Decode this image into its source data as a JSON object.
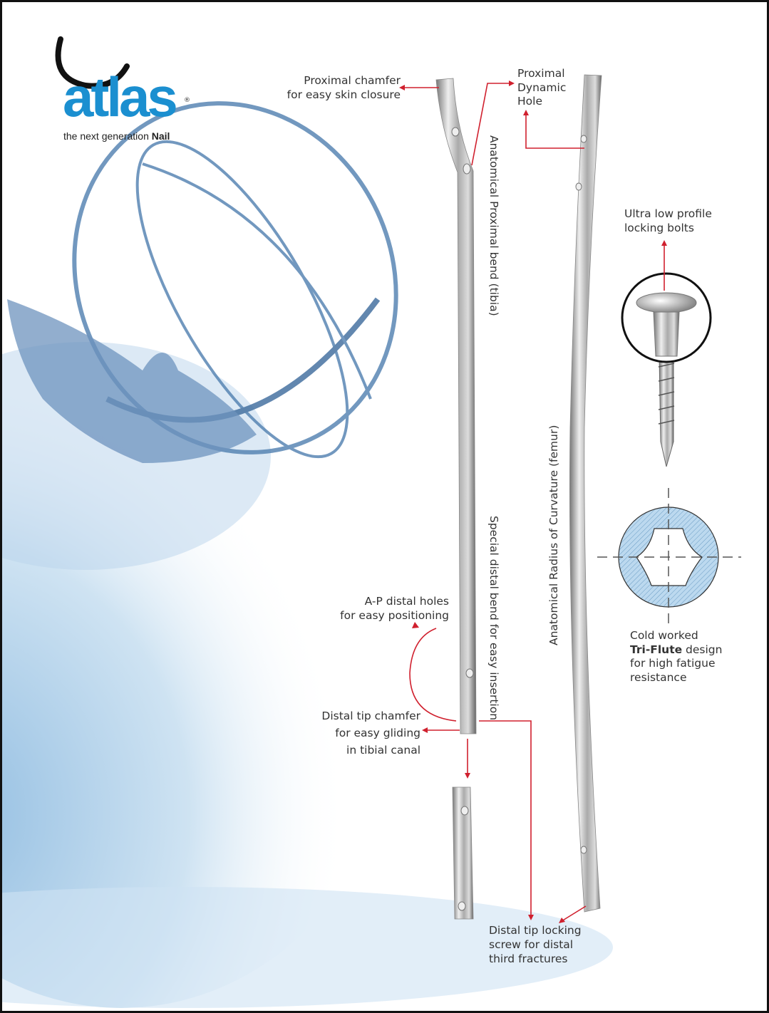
{
  "logo": {
    "brand": "atlas",
    "registered": "®",
    "tagline_prefix": "the next generation",
    "tagline_bold": "Nail"
  },
  "colors": {
    "accent": "#d0202e",
    "brand": "#1b8fd0"
  },
  "labels": {
    "proximal_chamfer": [
      "Proximal chamfer",
      "for easy skin closure"
    ],
    "proximal_dynamic": [
      "Proximal",
      "Dynamic",
      "Hole"
    ],
    "proximal_bend": "Anatomical Proximal bend (tibia)",
    "distal_bend": "Special distal bend for easy insertion",
    "radius_curvature": "Anatomical Radius of Curvature (femur)",
    "locking_bolts": [
      "Ultra low profile",
      "locking bolts"
    ],
    "ap_holes": [
      "A-P distal holes",
      "for easy positioning"
    ],
    "distal_chamfer": [
      "Distal tip chamfer",
      "for easy gliding",
      "in tibial canal"
    ],
    "triflute": {
      "line1": "Cold worked",
      "bold": "Tri-Flute",
      "rest": " design",
      "line3": "for high fatigue",
      "line4": "resistance"
    },
    "distal_locking": [
      "Distal tip locking",
      "screw for distal",
      "third fractures"
    ]
  }
}
